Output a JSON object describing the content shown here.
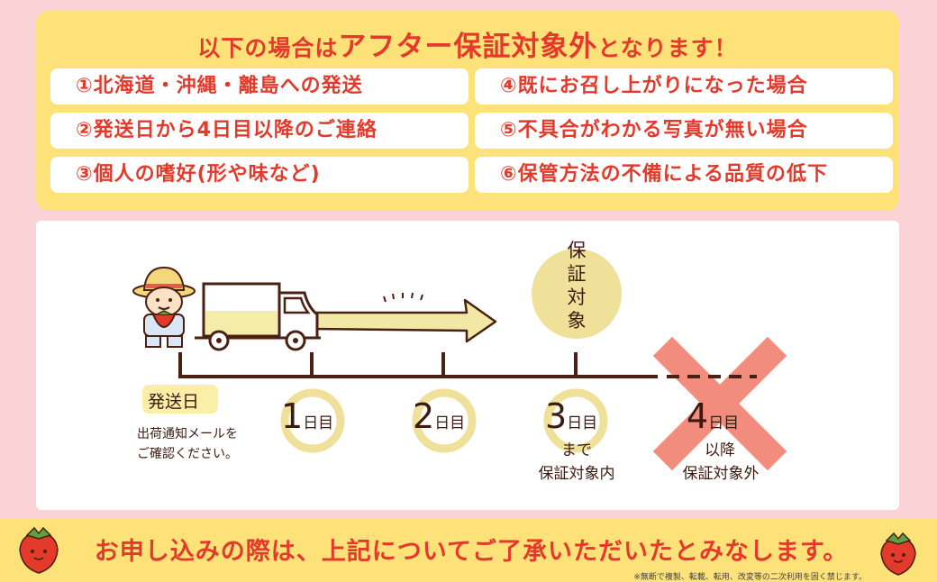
{
  "notice": {
    "prefix": "以下の場合は",
    "emphasis": "アフター保証対象外",
    "suffix": "となります！"
  },
  "conditions": [
    "①北海道・沖縄・離島への発送",
    "②発送日から4日目以降のご連絡",
    "③個人の嗜好(形や味など)",
    "④既にお召し上がりになった場合",
    "⑤不具合がわかる写真が無い場合",
    "⑥保管方法の不備による品質の低下"
  ],
  "timeline": {
    "ship_day": "発送日",
    "ship_note_1": "出荷通知メールを",
    "ship_note_2": "ご確認ください。",
    "coverage_badge": [
      "保",
      "証",
      "対",
      "象"
    ],
    "days": [
      {
        "num": "1",
        "suffix": "日目"
      },
      {
        "num": "2",
        "suffix": "日目"
      },
      {
        "num": "3",
        "suffix": "日目"
      },
      {
        "num": "4",
        "suffix": "日目"
      }
    ],
    "day3_caption_1": "まで",
    "day3_caption_2": "保証対象内",
    "day4_caption_1": "以降",
    "day4_caption_2": "保証対象外"
  },
  "footer": {
    "message": "お申し込みの際は、上記についてご了承いただいたとみなします。",
    "note": "※無断で複製、転載、転用、改変等の二次利用を固く禁じます。"
  },
  "colors": {
    "background": "#f9d3d6",
    "panel_yellow": "#fde27a",
    "accent_red": "#e33a2b",
    "circle_yellow": "#efe09a",
    "cross_salmon": "#f28c7c",
    "line_brown": "#4a2013"
  }
}
